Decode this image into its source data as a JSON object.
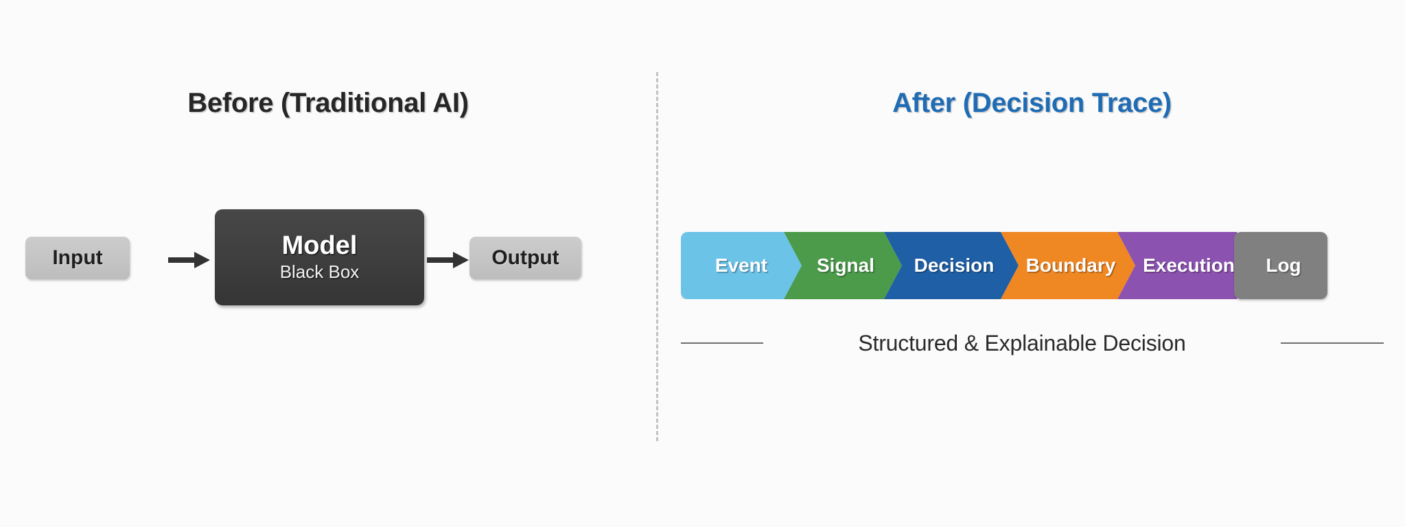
{
  "background_color": "#fbfbfb",
  "divider": {
    "style": "vertical-dashed",
    "color": "#c2c2c2"
  },
  "left_panel": {
    "title": "Before (Traditional AI)",
    "title_color": "#262626",
    "input_box": {
      "label": "Input",
      "color": "#c6c6c6"
    },
    "model_box": {
      "title": "Model",
      "subtitle": "Black Box",
      "color": "#3e3e3e",
      "text_color": "#ffffff"
    },
    "output_box": {
      "label": "Output",
      "color": "#c6c6c6"
    },
    "arrows": [
      {
        "name": "input-to-model",
        "color": "#333333"
      },
      {
        "name": "model-to-output",
        "color": "#333333"
      }
    ]
  },
  "right_panel": {
    "title": "After (Decision Trace)",
    "title_color": "#1f6cb4",
    "steps": [
      {
        "label": "Event",
        "color": "#6cc3e8",
        "shape": "chevron"
      },
      {
        "label": "Signal",
        "color": "#4b9b4b",
        "shape": "chevron"
      },
      {
        "label": "Decision",
        "color": "#1f5fa6",
        "shape": "chevron"
      },
      {
        "label": "Boundary",
        "color": "#ef8723",
        "shape": "chevron"
      },
      {
        "label": "Execution",
        "color": "#8c52b0",
        "shape": "chevron"
      },
      {
        "label": "Log",
        "color": "#808080",
        "shape": "rounded-rect"
      }
    ],
    "caption": "Structured & Explainable Decision",
    "caption_color": "#2a2a2a",
    "caption_rule_color": "#6e6e6e"
  }
}
